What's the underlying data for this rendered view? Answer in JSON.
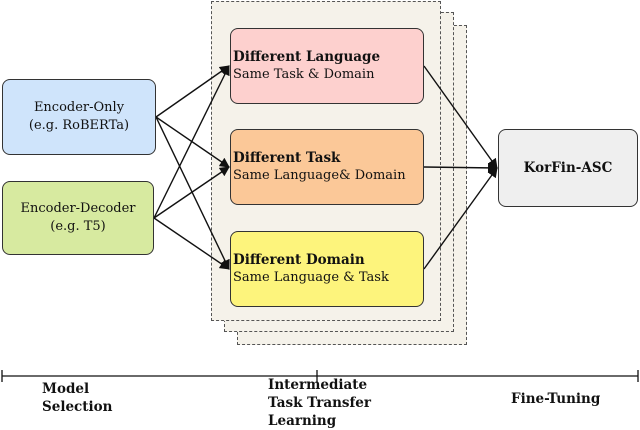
{
  "models": {
    "encoder_only": {
      "line1": "Encoder-Only",
      "line2": "(e.g. RoBERTa)"
    },
    "encoder_decoder": {
      "line1": "Encoder-Decoder",
      "line2": "(e.g. T5)"
    }
  },
  "intermediate_tasks": {
    "language": {
      "title": "Different Language",
      "subtitle": "Same Task & Domain"
    },
    "task": {
      "title": "Different Task",
      "subtitle": "Same Language& Domain"
    },
    "domain": {
      "title": "Different Domain",
      "subtitle": "Same Language & Task"
    }
  },
  "target": {
    "label": "KorFin-ASC"
  },
  "phases": {
    "model_selection": {
      "line1": "Model",
      "line2": "Selection"
    },
    "intermediate": {
      "line1": "Intermediate",
      "line2": "Task Transfer",
      "line3": "Learning"
    },
    "fine_tuning": {
      "line1": "Fine-Tuning"
    }
  },
  "colors": {
    "encoder_only_fill": "#cfe4fb",
    "encoder_decoder_fill": "#d7eaa0",
    "language_fill": "#fdd0ce",
    "task_fill": "#fbc898",
    "domain_fill": "#fdf47c",
    "target_fill": "#efefef",
    "stack_fill": "#f5f2ea"
  }
}
